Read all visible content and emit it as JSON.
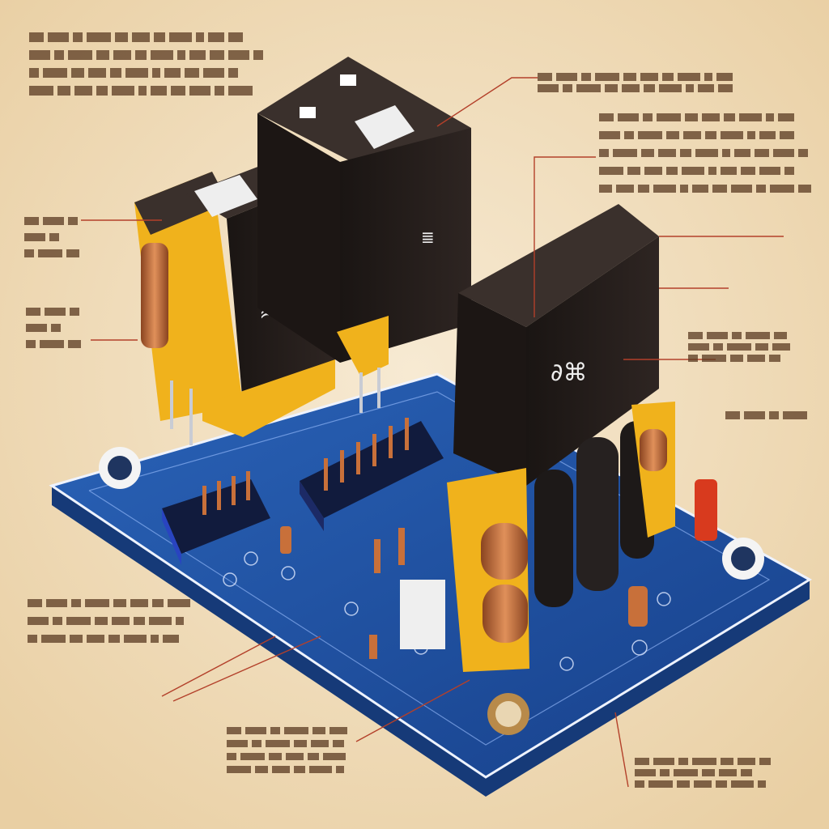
{
  "title": "",
  "colors": {
    "background_center": "#f7ead3",
    "background_edge": "#e9cfa3",
    "pcb": "#1f4fa0",
    "pcb_edge": "#163a78",
    "relay_body": "#231c1a",
    "relay_top": "#3a302c",
    "bobbin_yellow": "#f0b21c",
    "copper": "#c8703a",
    "leader_line": "#b3402a",
    "annotation_ink": "#5a3a22"
  },
  "components": [
    {
      "id": "relay-left",
      "kind": "relay"
    },
    {
      "id": "relay-center",
      "kind": "relay"
    },
    {
      "id": "relay-right",
      "kind": "relay"
    },
    {
      "id": "pin-header-left",
      "kind": "header"
    },
    {
      "id": "pin-header-center",
      "kind": "header"
    },
    {
      "id": "electrolytic-capacitors",
      "kind": "capacitor"
    },
    {
      "id": "mounting-holes",
      "kind": "hole"
    }
  ],
  "annotation_blocks": [
    {
      "id": "top-left",
      "lines": 4
    },
    {
      "id": "top-right",
      "lines": 2
    },
    {
      "id": "right-upper",
      "lines": 5
    },
    {
      "id": "right-middle",
      "lines": 3
    },
    {
      "id": "right-lower",
      "lines": 1
    },
    {
      "id": "left-middle",
      "lines": 3
    },
    {
      "id": "left-lower",
      "lines": 3
    },
    {
      "id": "bottom-left",
      "lines": 3
    },
    {
      "id": "bottom-center",
      "lines": 4
    },
    {
      "id": "bottom-right",
      "lines": 3
    }
  ]
}
